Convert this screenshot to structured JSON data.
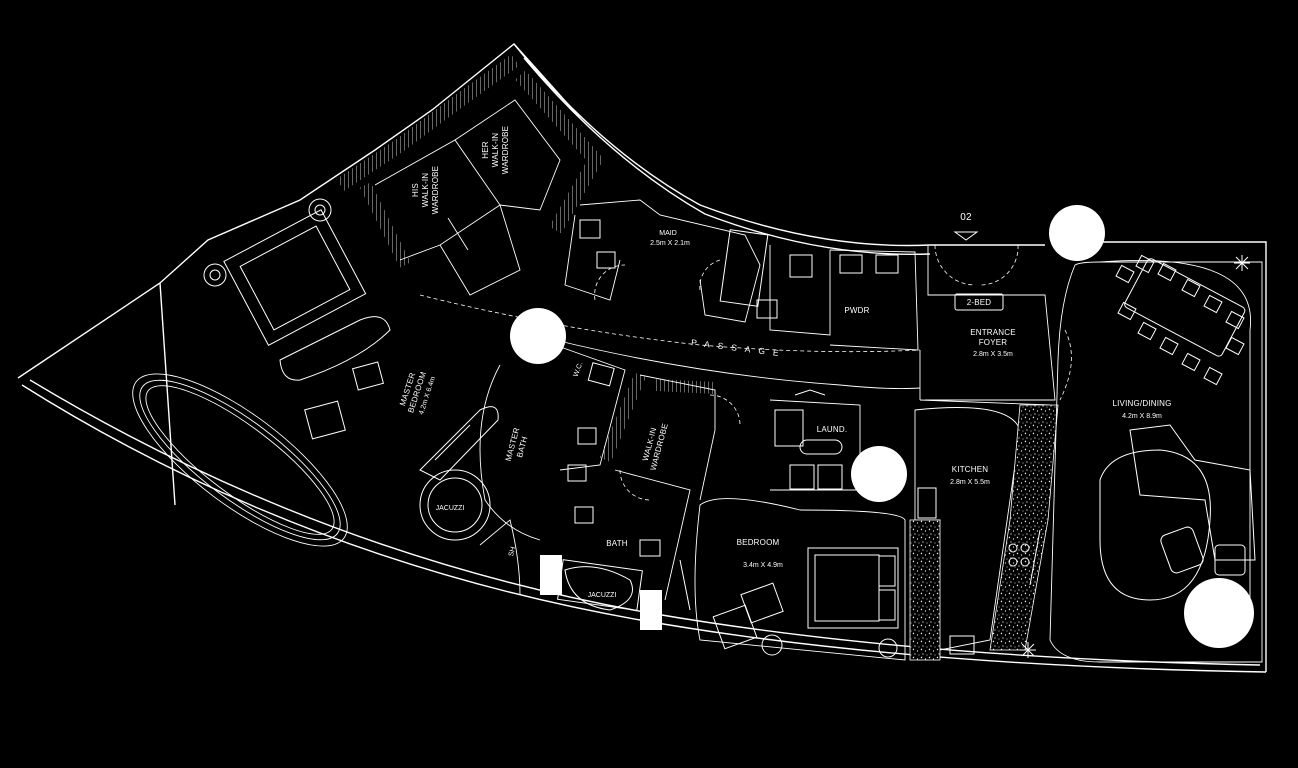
{
  "rooms": {
    "his_wardrobe": [
      "HIS",
      "WALK-IN",
      "WARDROBE"
    ],
    "her_wardrobe": [
      "HER",
      "WALK-IN",
      "WARDROBE"
    ],
    "maid": {
      "name": "MAID",
      "size": "2.5m X 2.1m"
    },
    "pwdr": "PWDR",
    "entrance": {
      "name1": "ENTRANCE",
      "name2": "FOYER",
      "size": "2.8m X 3.5m"
    },
    "unit_tag": "2-BED",
    "door_number": "02",
    "passage": "PASSAGE",
    "master_bedroom": {
      "name1": "MASTER",
      "name2": "BEDROOM",
      "size": "4.2m X 6.4m"
    },
    "wc": "W.C.",
    "master_bath": {
      "name1": "MASTER",
      "name2": "BATH"
    },
    "center_wardrobe": [
      "WALK-IN",
      "WARDROBE"
    ],
    "laundry": "LAUND.",
    "kitchen": {
      "name": "KITCHEN",
      "size": "2.8m X 5.5m"
    },
    "living": {
      "name": "LIVING/DINING",
      "size": "4.2m X 8.9m"
    },
    "jacuzzi_master": "JACUZZI",
    "shower": "SH",
    "bath": "BATH",
    "jacuzzi_bath": "JACUZZI",
    "bedroom": {
      "name": "BEDROOM",
      "size": "3.4m X 4.9m"
    }
  },
  "colors": {
    "background": "#000000",
    "lines": "#ffffff"
  }
}
